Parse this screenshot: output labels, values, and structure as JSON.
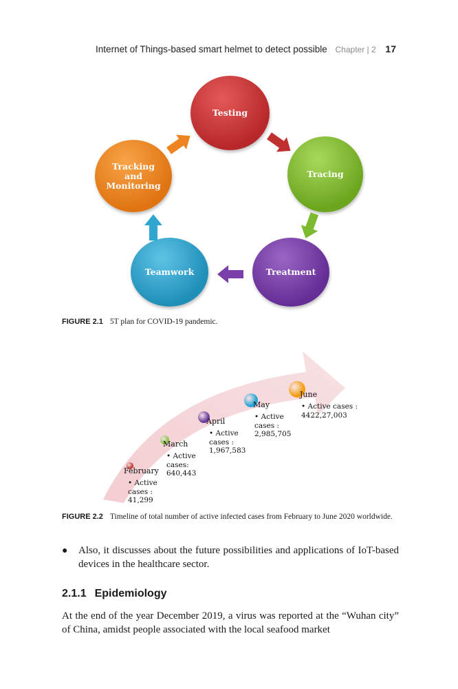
{
  "running_head": {
    "title": "Internet of Things-based smart helmet to detect possible",
    "chapter": "Chapter | 2",
    "page_number": "17"
  },
  "figure_2_1": {
    "nodes": {
      "testing": "Testing",
      "tracing": "Tracing",
      "treatment": "Treatment",
      "teamwork": "Teamwork",
      "tracking_line1": "Tracking",
      "tracking_line2": "and",
      "tracking_line3": "Monitoring"
    },
    "colors": {
      "testing": "#c0302f",
      "tracing": "#7dba2f",
      "treatment": "#7a3fa8",
      "teamwork": "#2ea6d0",
      "tracking": "#ee8420"
    },
    "caption_label": "FIGURE 2.1",
    "caption_text": "5T plan for COVID-19 pandemic."
  },
  "figure_2_2": {
    "points": [
      {
        "month": "February",
        "cases_label": "• Active cases :",
        "cases": "41,299",
        "color": "#c0392b"
      },
      {
        "month": "March",
        "cases_label": "• Active cases:",
        "cases": "640,443",
        "color": "#8bc34a"
      },
      {
        "month": "April",
        "cases_label": "• Active cases :",
        "cases": "1,967,583",
        "color": "#6a3d9a"
      },
      {
        "month": "May",
        "cases_label": "• Active cases :",
        "cases": "2,985,705",
        "color": "#29a3d6"
      },
      {
        "month": "June",
        "cases_label": "• Active cases :",
        "cases": "4422,27,003",
        "color": "#f39c12"
      }
    ],
    "caption_label": "FIGURE 2.2",
    "caption_text": "Timeline of total number of active infected cases from February to June 2020 worldwide."
  },
  "bullet_text": "Also, it discusses about the future possibilities and applications of IoT-based devices in the healthcare sector.",
  "section": {
    "number": "2.1.1",
    "title": "Epidemiology"
  },
  "paragraph": "At the end of the year December 2019, a virus was reported at the “Wuhan city” of China, amidst people associated with the local seafood market"
}
